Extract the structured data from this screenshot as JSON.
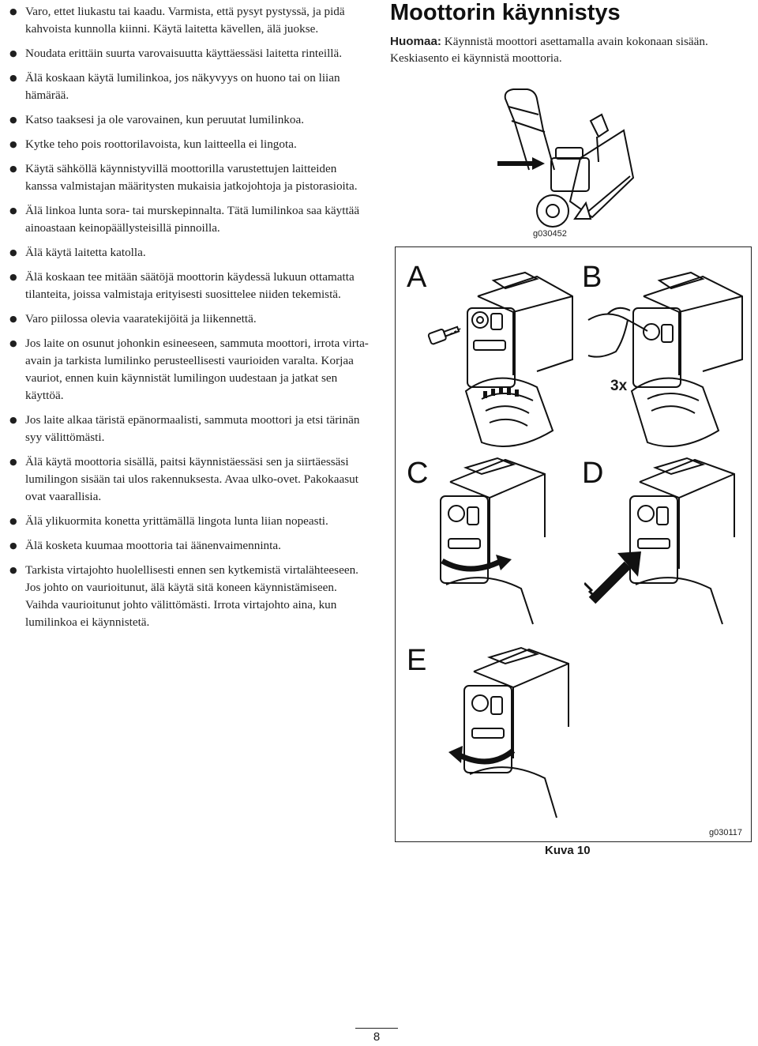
{
  "bullets": [
    "Varo, ettet liukastu tai kaadu. Varmista, että pysyt pystyssä, ja pidä kahvoista kunnolla kiinni. Käytä laitetta kävellen, älä juokse.",
    "Noudata erittäin suurta varovaisuutta käyttäessäsi laitetta rinteillä.",
    "Älä koskaan käytä lumilinkoa, jos näkyvyys on huono tai on liian hämärää.",
    "Katso taaksesi ja ole varovainen, kun peruutat lumilinkoa.",
    "Kytke teho pois roottorilavoista, kun laitteella ei lingota.",
    "Käytä sähköllä käynnistyvillä moottorilla varustettujen laitteiden kanssa valmistajan määritysten mukaisia jatkojohtoja ja pistorasioita.",
    "Älä linkoa lunta sora- tai murskepinnalta. Tätä lumilinkoa saa käyttää ainoastaan keinopäällysteisillä pinnoilla.",
    "Älä käytä laitetta katolla.",
    "Älä koskaan tee mitään säätöjä moottorin käydessä lukuun ottamatta tilanteita, joissa valmistaja erityisesti suosittelee niiden tekemistä.",
    "Varo piilossa olevia vaaratekijöitä ja liikennettä.",
    "Jos laite on osunut johonkin esineeseen, sammuta moottori, irrota virta-avain ja tarkista lumilinko perusteellisesti vaurioiden varalta. Korjaa vauriot, ennen kuin käynnistät lumilingon uudestaan ja jatkat sen käyttöä.",
    "Jos laite alkaa täristä epänormaalisti, sammuta moottori ja etsi tärinän syy välittömästi.",
    "Älä käytä moottoria sisällä, paitsi käynnistäessäsi sen ja siirtäessäsi lumilingon sisään tai ulos rakennuksesta. Avaa ulko-ovet. Pakokaasut ovat vaarallisia.",
    "Älä ylikuormita konetta yrittämällä lingota lunta liian nopeasti.",
    "Älä kosketa kuumaa moottoria tai äänenvaimenninta.",
    "Tarkista virtajohto huolellisesti ennen sen kytkemistä virtalähteeseen. Jos johto on vaurioitunut, älä käytä sitä koneen käynnistämiseen. Vaihda vaurioitunut johto välittömästi. Irrota virtajohto aina, kun lumilinkoa ei käynnistetä."
  ],
  "section": {
    "title": "Moottorin käynnistys",
    "note_label": "Huomaa:",
    "note_text": "Käynnistä moottori asettamalla avain kokonaan sisään. Keskiasento ei käynnistä moottoria."
  },
  "figure_top": {
    "code": "g030452"
  },
  "figure_main": {
    "code": "g030117",
    "panels": [
      "A",
      "B",
      "C",
      "D",
      "E"
    ],
    "press_count": "3x",
    "caption": "Kuva 10"
  },
  "page_number": "8"
}
